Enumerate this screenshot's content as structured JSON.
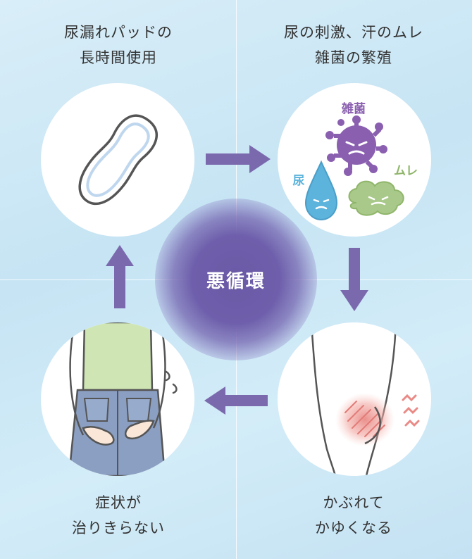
{
  "center": {
    "label": "悪循環"
  },
  "steps": [
    {
      "id": "pad",
      "lines": [
        "尿漏れパッドの",
        "長時間使用"
      ]
    },
    {
      "id": "bacteria",
      "lines": [
        "尿の刺激、汗のムレ",
        "雑菌の繁殖"
      ]
    },
    {
      "id": "rash",
      "lines": [
        "かぶれて",
        "かゆくなる"
      ]
    },
    {
      "id": "symptoms",
      "lines": [
        "症状が",
        "治りきらない"
      ]
    }
  ],
  "bacteria_labels": {
    "germ": "雑菌",
    "urine": "尿",
    "sweat": "ムレ"
  },
  "colors": {
    "arrow": "#7a6aad",
    "germ": "#8a5fb0",
    "urine": "#5cb3dc",
    "sweat": "#8fb56a",
    "rash": "#e98a86",
    "text": "#333333"
  },
  "icons": [
    "pad-icon",
    "germ-icon",
    "urine-drop-icon",
    "sweat-cloud-icon",
    "rash-icon",
    "itchy-person-icon"
  ]
}
